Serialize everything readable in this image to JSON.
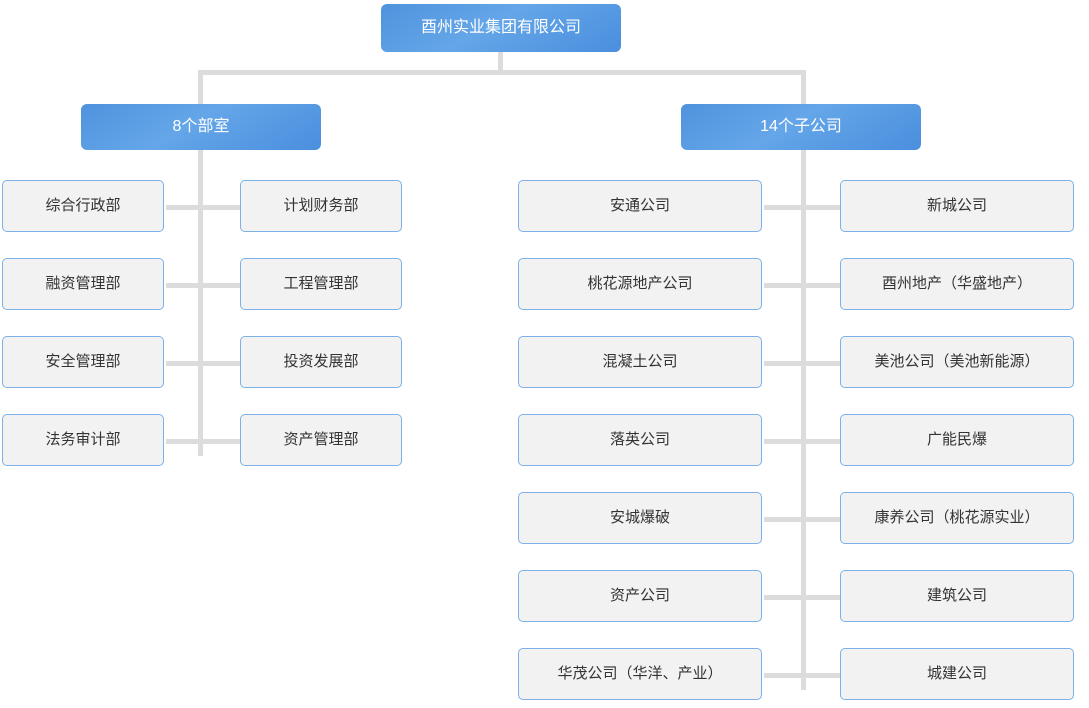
{
  "chart_data": {
    "type": "diagram",
    "diagram_kind": "organization-chart",
    "orientation": "top-down",
    "root": "酉州实业集团有限公司",
    "branches": [
      {
        "label": "8个部室",
        "count": 8,
        "children": [
          "综合行政部",
          "计划财务部",
          "融资管理部",
          "工程管理部",
          "安全管理部",
          "投资发展部",
          "法务审计部",
          "资产管理部"
        ]
      },
      {
        "label": "14个子公司",
        "count": 14,
        "children": [
          "安通公司",
          "新城公司",
          "桃花源地产公司",
          "酉州地产（华盛地产）",
          "混凝土公司",
          "美池公司（美池新能源）",
          "落英公司",
          "广能民爆",
          "安城爆破",
          "康养公司（桃花源实业）",
          "资产公司",
          "建筑公司",
          "华茂公司（华洋、产业）",
          "城建公司"
        ]
      }
    ]
  },
  "root": {
    "label": "酉州实业集团有限公司"
  },
  "branches": {
    "departments": {
      "label": "8个部室"
    },
    "subsidiaries": {
      "label": "14个子公司"
    }
  },
  "departments": {
    "left_column": [
      {
        "label": "综合行政部"
      },
      {
        "label": "融资管理部"
      },
      {
        "label": "安全管理部"
      },
      {
        "label": "法务审计部"
      }
    ],
    "right_column": [
      {
        "label": "计划财务部"
      },
      {
        "label": "工程管理部"
      },
      {
        "label": "投资发展部"
      },
      {
        "label": "资产管理部"
      }
    ]
  },
  "subsidiaries": {
    "left_column": [
      {
        "label": "安通公司"
      },
      {
        "label": "桃花源地产公司"
      },
      {
        "label": "混凝土公司"
      },
      {
        "label": "落英公司"
      },
      {
        "label": "安城爆破"
      },
      {
        "label": "资产公司"
      },
      {
        "label": "华茂公司（华洋、产业）"
      }
    ],
    "right_column": [
      {
        "label": "新城公司"
      },
      {
        "label": "酉州地产（华盛地产）"
      },
      {
        "label": "美池公司（美池新能源）"
      },
      {
        "label": "广能民爆"
      },
      {
        "label": "康养公司（桃花源实业）"
      },
      {
        "label": "建筑公司"
      },
      {
        "label": "城建公司"
      }
    ]
  },
  "colors": {
    "node_blue_light": "#64a6e8",
    "node_blue_dark": "#4a8ede",
    "shadow_navy": "#1f4281",
    "leaf_fill": "#f2f2f2",
    "leaf_border": "#7cb1e8",
    "connector": "#dcdcdc",
    "background": "#ffffff",
    "root_text": "#ffffff",
    "leaf_text": "#333333"
  }
}
